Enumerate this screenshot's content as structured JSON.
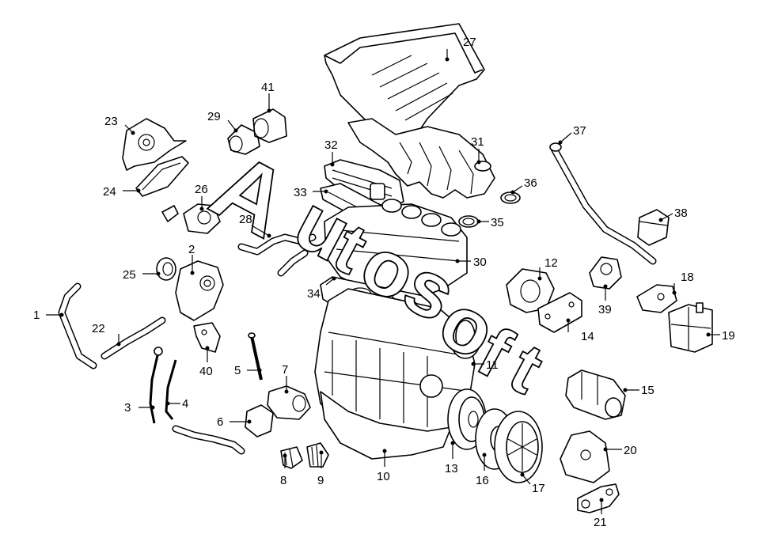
{
  "watermark": {
    "letters": [
      "A",
      "u",
      "t",
      "o",
      "s",
      "o",
      "f",
      "t"
    ]
  },
  "callouts": {
    "c1": "1",
    "c2": "2",
    "c3": "3",
    "c4": "4",
    "c5": "5",
    "c6": "6",
    "c7": "7",
    "c8": "8",
    "c9": "9",
    "c10": "10",
    "c11": "11",
    "c12": "12",
    "c13": "13",
    "c14": "14",
    "c15": "15",
    "c16": "16",
    "c17": "17",
    "c18": "18",
    "c19": "19",
    "c20": "20",
    "c21": "21",
    "c22": "22",
    "c23": "23",
    "c24": "24",
    "c25": "25",
    "c26": "26",
    "c27": "27",
    "c28": "28",
    "c29": "29",
    "c30": "30",
    "c31": "31",
    "c32": "32",
    "c33": "33",
    "c34": "34",
    "c35": "35",
    "c36": "36",
    "c37": "37",
    "c38": "38",
    "c39": "39",
    "c40": "40",
    "c41": "41"
  }
}
